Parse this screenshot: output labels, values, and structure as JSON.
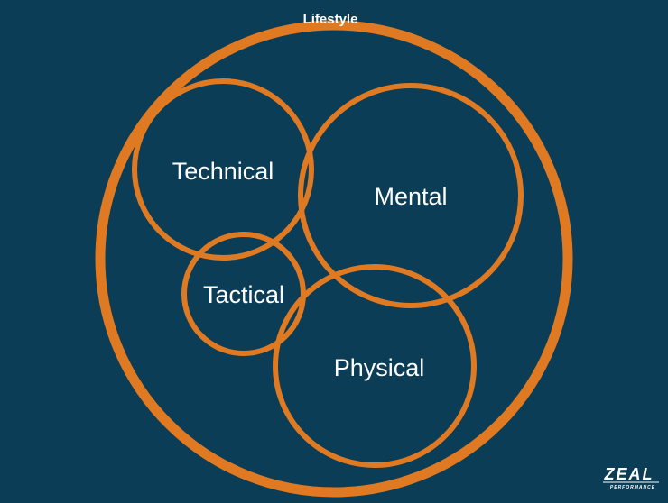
{
  "diagram": {
    "outer_label": "Lifestyle",
    "circles": [
      {
        "id": "technical",
        "label": "Technical"
      },
      {
        "id": "mental",
        "label": "Mental"
      },
      {
        "id": "tactical",
        "label": "Tactical"
      },
      {
        "id": "physical",
        "label": "Physical"
      }
    ]
  },
  "logo": {
    "name": "ZEAL",
    "tagline": "PERFORMANCE"
  },
  "colors": {
    "background": "#0c3d56",
    "ring": "#e07a22",
    "text": "#ffffff"
  }
}
